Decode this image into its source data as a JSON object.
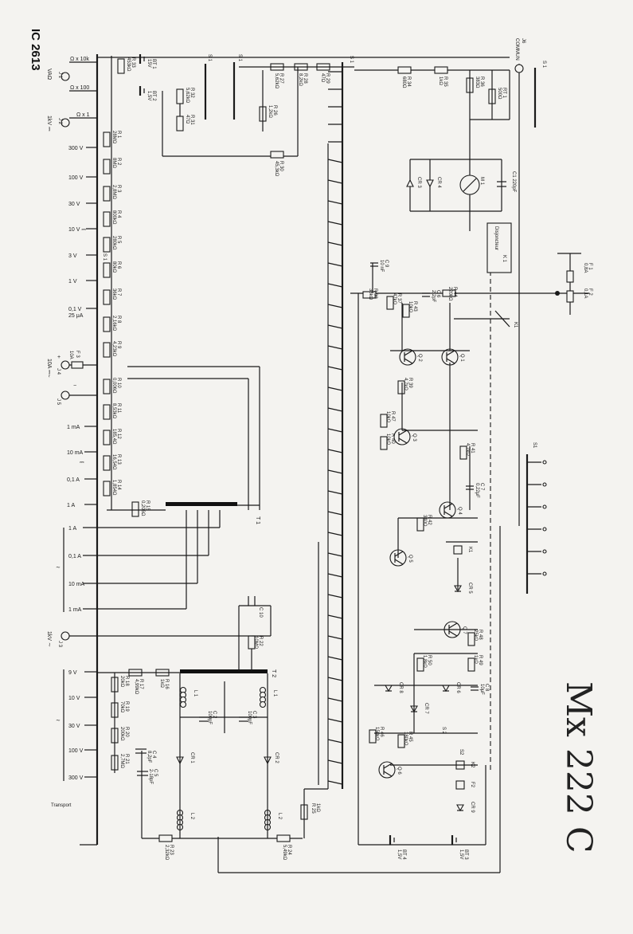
{
  "document": {
    "code": "IC 2613",
    "handwritten": "Mx 222 C"
  },
  "left_inputs": [
    {
      "text": "Ω x 10k"
    },
    {
      "text": "Ω x 100"
    },
    {
      "text": "Ω x 1"
    },
    {
      "text": "VAΩ"
    },
    {
      "text": "1kV ⎓"
    },
    {
      "text": "J 1"
    },
    {
      "text": "J 2"
    }
  ],
  "dc_volt_ranges": [
    "300 V",
    "100 V",
    "30 V",
    "10 V ⎓",
    "3 V",
    "1 V",
    "0,1 V",
    "25 μA"
  ],
  "current_dc": [
    "1 mA",
    "10 mA",
    "⎓",
    "0,1 A",
    "1 A"
  ],
  "current_ac": [
    "1 A",
    "0,1 A",
    "∼",
    "10 mA",
    "1 mA"
  ],
  "ac_volt": [
    "9 V",
    "10 V",
    "∼",
    "30 V",
    "100 V",
    "300 V"
  ],
  "terminals": [
    {
      "text": "+"
    },
    {
      "text": "J 4"
    },
    {
      "text": "10A ⎓∼"
    },
    {
      "text": "−"
    },
    {
      "text": "J 5"
    },
    {
      "text": "1kV ∼"
    },
    {
      "text": "J 3"
    },
    {
      "text": "Transport"
    },
    {
      "text": "J6"
    },
    {
      "text": "COMMUN"
    }
  ],
  "resistors_left": [
    {
      "name": "R 33",
      "value": "453kΩ"
    },
    {
      "name": "R 1",
      "value": "28MΩ"
    },
    {
      "name": "R 2",
      "value": "8MΩ"
    },
    {
      "name": "R 3",
      "value": "2,8MΩ"
    },
    {
      "name": "R 4",
      "value": "800kΩ"
    },
    {
      "name": "R 5",
      "value": "280kΩ"
    },
    {
      "name": "R 6",
      "value": "80kΩ"
    },
    {
      "name": "R 7",
      "value": "36kΩ"
    },
    {
      "name": "R 8",
      "value": "2,16kΩ"
    },
    {
      "name": "R 9",
      "value": "4,23kΩ"
    },
    {
      "name": "R 10",
      "value": "0,006Ω"
    },
    {
      "name": "R 11",
      "value": "8,53kΩ"
    },
    {
      "name": "R 12",
      "value": "185,4Ω"
    },
    {
      "name": "R 13",
      "value": "16,54Ω"
    },
    {
      "name": "R 14",
      "value": "1,854Ω"
    },
    {
      "name": "R 15",
      "value": "0,206Ω"
    }
  ],
  "resistors_top": [
    {
      "name": "R 32",
      "value": "5,62kΩ"
    },
    {
      "name": "R 31",
      "value": "47Ω"
    },
    {
      "name": "R 27",
      "value": "5,62kΩ"
    },
    {
      "name": "R 28",
      "value": "8,2kΩ"
    },
    {
      "name": "R 26",
      "value": "1,2kΩ"
    },
    {
      "name": "R 29",
      "value": "47Ω"
    },
    {
      "name": "R 30",
      "value": "45,3kΩ"
    },
    {
      "name": "R 34",
      "value": "680Ω"
    },
    {
      "name": "R 35",
      "value": "1kΩ"
    },
    {
      "name": "R 36",
      "value": "383Ω"
    },
    {
      "name": "RT 1",
      "value": "500Ω"
    }
  ],
  "batteries": [
    {
      "name": "BT 1",
      "value": "15V"
    },
    {
      "name": "BT 2",
      "value": "1,5V"
    },
    {
      "name": "BT 4",
      "value": "1,5V"
    },
    {
      "name": "BT 3",
      "value": "1,5V"
    }
  ],
  "switches": [
    "S 1",
    "S 1",
    "S 1",
    "S 1",
    "S 1",
    "S1",
    "S 2",
    "S2"
  ],
  "meter": {
    "name": "M 1",
    "c1": "C1 220pF",
    "cr3": "CR 3",
    "cr4": "CR 4"
  },
  "fuses": [
    {
      "name": "F 3",
      "value": "10A"
    },
    {
      "name": "F 1",
      "value": "0,8A"
    },
    {
      "name": "F 2",
      "value": "0,1A"
    }
  ],
  "relay": {
    "name": "Disjoncteur",
    "k1": "K 1",
    "k1b": "K1"
  },
  "amp": {
    "parts": [
      {
        "name": "C 9",
        "value": "10 nF"
      },
      {
        "name": "R 38",
        "value": "36kΩ"
      },
      {
        "name": "R 37",
        "value": "47kΩ"
      },
      {
        "name": "C 6",
        "value": "2,2pF"
      },
      {
        "name": "R 44",
        "value": "220kΩ"
      },
      {
        "name": "R 43",
        "value": "10kΩ"
      },
      {
        "name": "Q 1",
        "value": ""
      },
      {
        "name": "Q 2",
        "value": ""
      },
      {
        "name": "R 39",
        "value": "4,7kΩ"
      },
      {
        "name": "R 47",
        "value": "10kΩ"
      },
      {
        "name": "R 40",
        "value": "10kΩ"
      },
      {
        "name": "Q 3",
        "value": ""
      },
      {
        "name": "R 41",
        "value": "4,7kΩ"
      },
      {
        "name": "C 7",
        "value": "0,22μF"
      },
      {
        "name": "Q 4",
        "value": ""
      },
      {
        "name": "R 42",
        "value": "340Ω"
      },
      {
        "name": "Q 5",
        "value": ""
      },
      {
        "name": "K1",
        "value": ""
      },
      {
        "name": "CR 5",
        "value": ""
      },
      {
        "name": "Q 7",
        "value": ""
      },
      {
        "name": "R 48",
        "value": "25kΩ"
      },
      {
        "name": "R 50",
        "value": "1,8kΩ"
      },
      {
        "name": "R 49",
        "value": "1kΩ"
      },
      {
        "name": "CR 8",
        "value": ""
      },
      {
        "name": "CR 6",
        "value": ""
      },
      {
        "name": "C 8",
        "value": "10μF"
      },
      {
        "name": "CR 7",
        "value": ""
      },
      {
        "name": "R 46",
        "value": "150kΩ"
      },
      {
        "name": "R 45",
        "value": "180kΩ"
      },
      {
        "name": "Q 6",
        "value": ""
      },
      {
        "name": "K2",
        "value": ""
      },
      {
        "name": "F2",
        "value": ""
      },
      {
        "name": "CR 9",
        "value": ""
      }
    ]
  },
  "ac_section": {
    "parts": [
      {
        "name": "R 22",
        "value": "10MΩ"
      },
      {
        "name": "C 10",
        "value": ""
      },
      {
        "name": "T 1",
        "value": ""
      },
      {
        "name": "T 2",
        "value": ""
      },
      {
        "name": "R 17",
        "value": "4,99kΩ"
      },
      {
        "name": "R 16",
        "value": "1kΩ"
      },
      {
        "name": "R 18",
        "value": "20kΩ"
      },
      {
        "name": "R 19",
        "value": "70kΩ"
      },
      {
        "name": "R 20",
        "value": "200kΩ"
      },
      {
        "name": "R 21",
        "value": "2,7MΩ"
      },
      {
        "name": "C 4",
        "value": "8,2pF"
      },
      {
        "name": "C 5",
        "value": "2-18pF"
      },
      {
        "name": "L 1",
        "value": ""
      },
      {
        "name": "L 1",
        "value": ""
      },
      {
        "name": "C 2",
        "value": "100pF"
      },
      {
        "name": "C 3",
        "value": "100pF"
      },
      {
        "name": "CR 1",
        "value": ""
      },
      {
        "name": "CR 2",
        "value": ""
      },
      {
        "name": "L 2",
        "value": ""
      },
      {
        "name": "L 2",
        "value": ""
      },
      {
        "name": "R 23",
        "value": "2,32kΩ"
      },
      {
        "name": "R 24",
        "value": "5,49kΩ"
      },
      {
        "name": "R 25",
        "value": "1kΩ"
      }
    ]
  }
}
